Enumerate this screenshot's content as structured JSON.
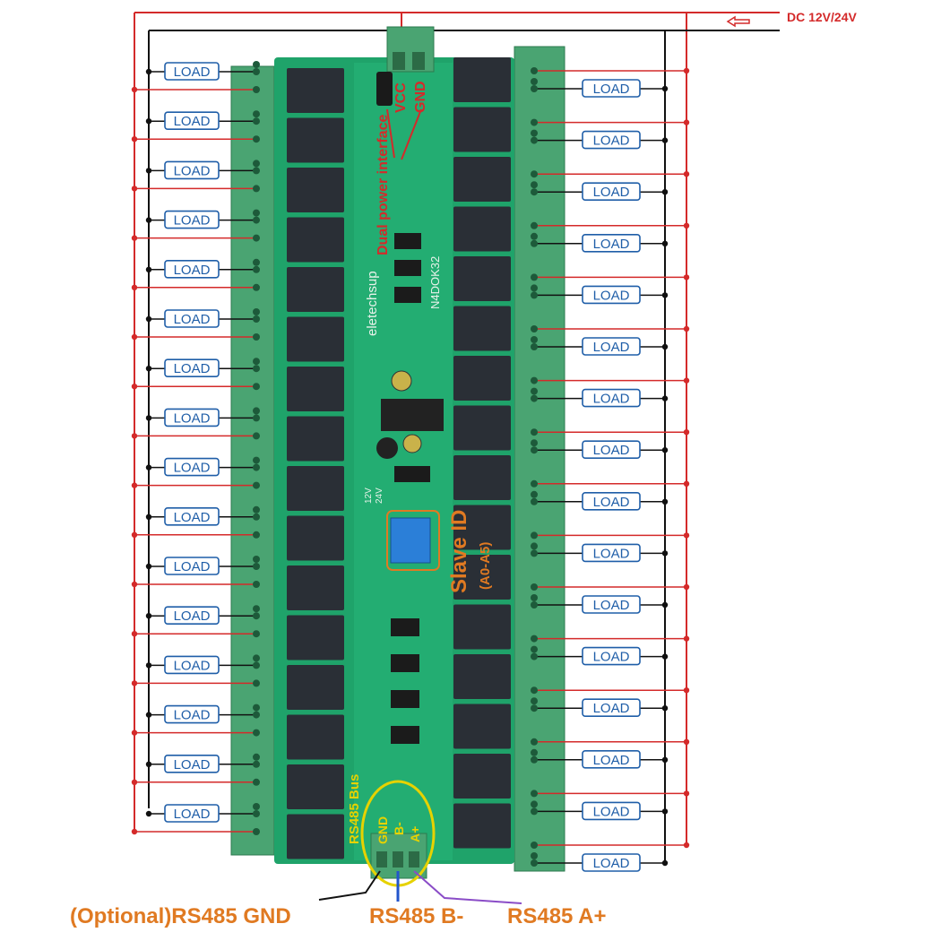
{
  "diagram": {
    "power_label": "DC 12V/24V",
    "power_pins": [
      "VCC",
      "GND"
    ],
    "dual_power_label": "Dual power interface",
    "board_brand": "eletechsup",
    "board_model": "N4DOK32",
    "slave_id_label": "Slave ID",
    "slave_id_range": "(A0-A5)",
    "voltage_marks": [
      "12V",
      "24V"
    ],
    "rs485_bus_label": "RS485 Bus",
    "rs485_pins": [
      "GND",
      "B-",
      "A+"
    ],
    "rs485_optional_gnd": "(Optional)RS485 GND",
    "rs485_b": "RS485 B-",
    "rs485_a": "RS485 A+",
    "load_text": "LOAD",
    "left_loads": 16,
    "right_loads": 16,
    "colors": {
      "wire_red": "#d42a2a",
      "wire_black": "#111111",
      "board_green": "#1fa36a",
      "terminal_green": "#4aa472",
      "relay_dark": "#2a2f36",
      "annot_orange": "#e07a22",
      "annot_yellow": "#e6d200",
      "load_blue": "#1f5ea8"
    }
  }
}
